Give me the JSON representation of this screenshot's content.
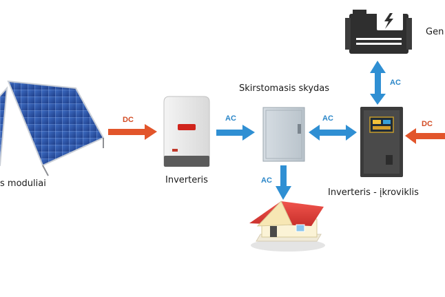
{
  "labels": {
    "solar_panels": "s moduliai",
    "inverter": "Inverteris",
    "distribution_board": "Skirstomasis skydas",
    "inverter_charger": "Inverteris - įkroviklis",
    "generator": "Gen"
  },
  "flows": {
    "panels_to_inverter": "DC",
    "inverter_to_board": "AC",
    "board_to_charger": "AC",
    "board_to_house": "AC",
    "charger_to_generator": "AC",
    "charger_to_battery": "DC"
  },
  "colors": {
    "dc_arrow": "#e2552b",
    "ac_arrow": "#2f8fd3",
    "dc_text": "#d24a22",
    "ac_text": "#2a86c8"
  },
  "icons": [
    "solar-panel-icon",
    "inverter-icon",
    "distribution-board-icon",
    "inverter-charger-icon",
    "generator-icon",
    "house-icon"
  ]
}
